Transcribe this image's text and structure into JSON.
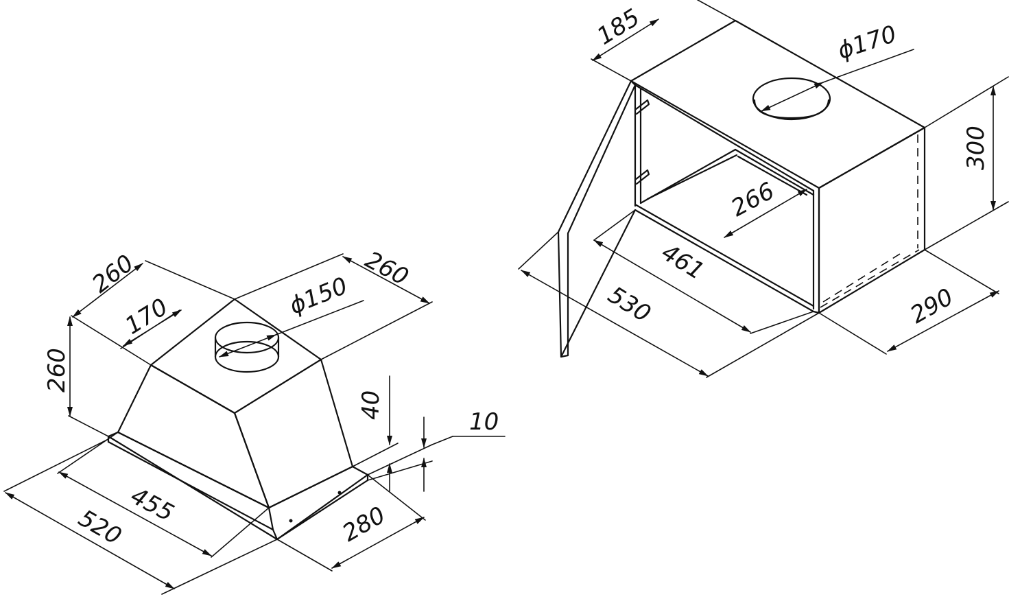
{
  "hood": {
    "dims": {
      "depth_top": "260",
      "inner_width": "170",
      "duct_diameter": "ϕ150",
      "side_depth": "260",
      "height": "260",
      "flange_height": "40",
      "panel_thickness": "10",
      "inner_length": "455",
      "total_width": "520",
      "depth_bottom": "280"
    }
  },
  "cabinet": {
    "dims": {
      "offset": "185",
      "duct_diameter": "ϕ170",
      "height": "300",
      "cutout_depth": "266",
      "inner_width": "461",
      "total_width": "530",
      "depth": "290"
    }
  }
}
